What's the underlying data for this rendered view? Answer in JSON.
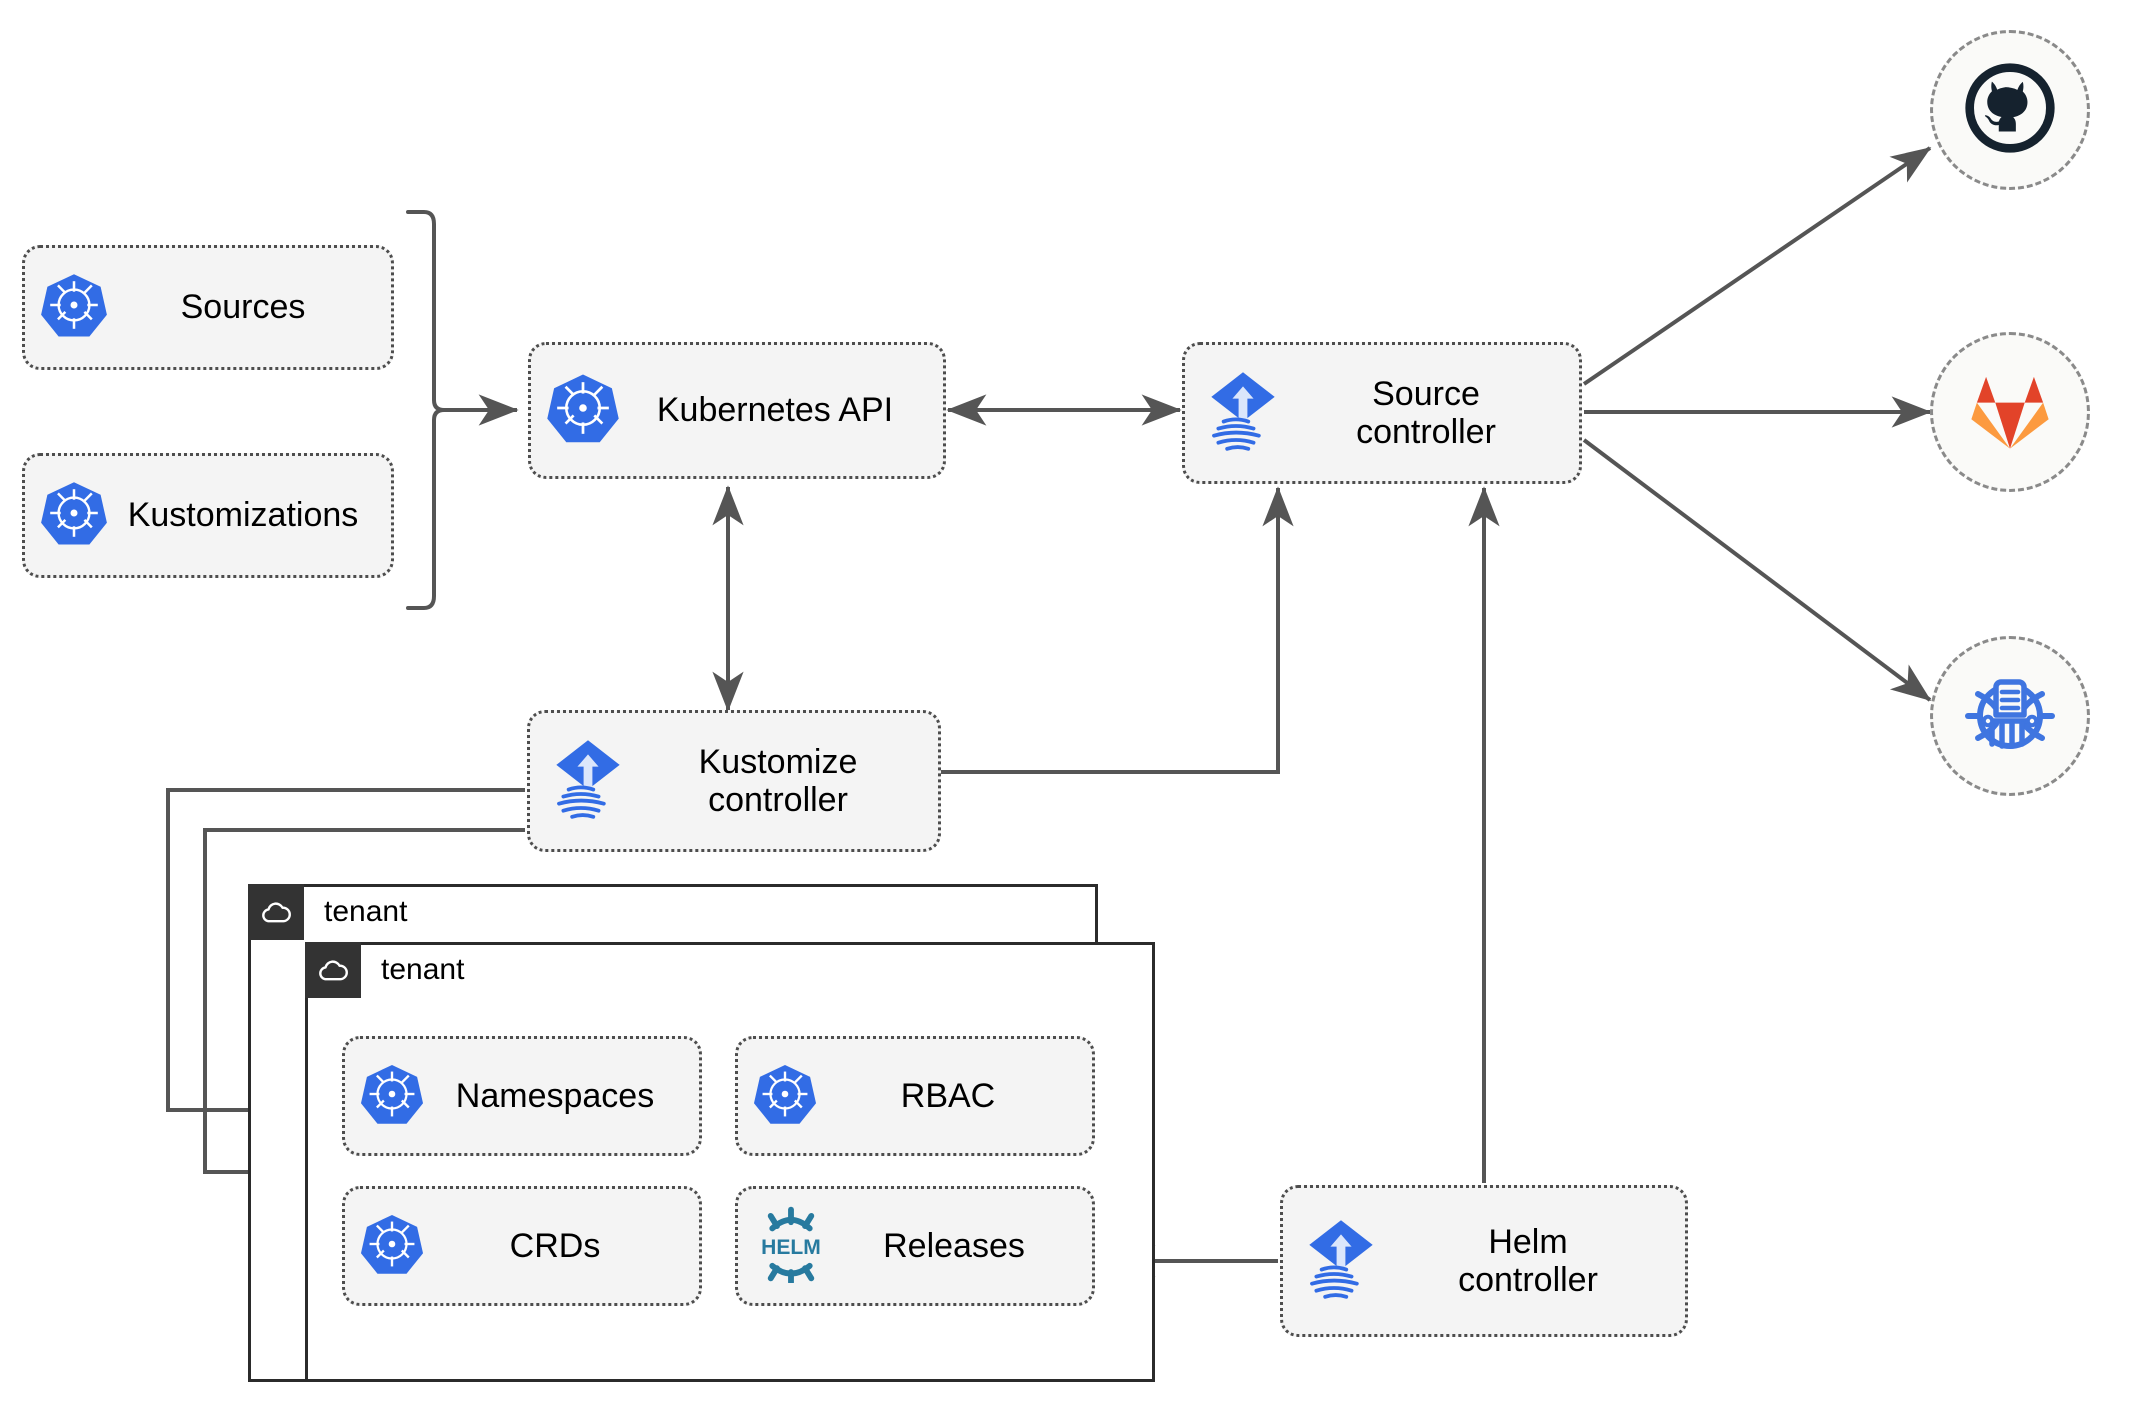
{
  "diagram": {
    "title": "Flux GitOps toolkit architecture",
    "background": "#ffffff",
    "edge_color": "#555555",
    "card_fill": "#f4f4f4",
    "card_border": "#4d4d4d",
    "tenant_border": "#2b2b2b",
    "tenant_tab_fill": "#333333",
    "provider_border": "#8a8a8a",
    "provider_fill": "#fafaf8"
  },
  "nodes": {
    "sources": {
      "label": "Sources",
      "icon": "kubernetes-icon"
    },
    "kustomizations": {
      "label": "Kustomizations",
      "icon": "kubernetes-icon"
    },
    "kubernetes_api": {
      "label": "Kubernetes API",
      "icon": "kubernetes-icon"
    },
    "source_controller": {
      "label": "Source\ncontroller",
      "icon": "flux-icon"
    },
    "kustomize_controller": {
      "label": "Kustomize\ncontroller",
      "icon": "flux-icon"
    },
    "helm_controller": {
      "label": "Helm\ncontroller",
      "icon": "flux-icon"
    },
    "namespaces": {
      "label": "Namespaces",
      "icon": "kubernetes-icon"
    },
    "rbac": {
      "label": "RBAC",
      "icon": "kubernetes-icon"
    },
    "crds": {
      "label": "CRDs",
      "icon": "kubernetes-icon"
    },
    "releases": {
      "label": "Releases",
      "icon": "helm-icon"
    }
  },
  "tenants": [
    {
      "label": "tenant",
      "icon": "cloud-icon"
    },
    {
      "label": "tenant",
      "icon": "cloud-icon"
    }
  ],
  "providers": [
    {
      "name": "github",
      "icon": "github-icon",
      "color": "#15222e"
    },
    {
      "name": "gitlab",
      "icon": "gitlab-icon",
      "color": "#e24329"
    },
    {
      "name": "helm-repository",
      "icon": "helm-repo-icon",
      "color": "#3f75e0"
    }
  ],
  "colors": {
    "kubernetes_blue": "#326ce5",
    "flux_blue": "#326ce5",
    "helm_teal": "#277a9f",
    "github_navy": "#15222e",
    "gitlab_orange": "#e24329",
    "gitlab_light_orange": "#fc9a3f",
    "helm_repo_blue": "#3f75e0"
  }
}
